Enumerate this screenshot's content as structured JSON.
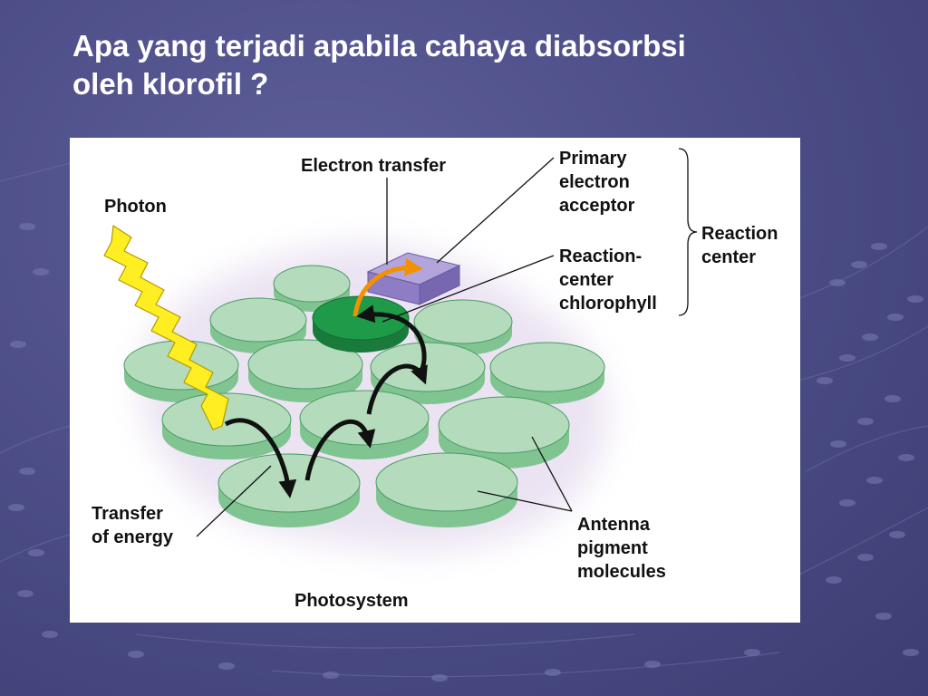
{
  "slide": {
    "title_line1": "Apa yang terjadi apabila cahaya diabsorbsi",
    "title_line2": "oleh klorofil ?"
  },
  "figure": {
    "labels": {
      "photon": "Photon",
      "electron_transfer": "Electron transfer",
      "primary_acceptor": [
        "Primary",
        "electron",
        "acceptor"
      ],
      "reaction_center_chlorophyll": [
        "Reaction-",
        "center",
        "chlorophyll"
      ],
      "reaction_center": [
        "Reaction",
        "center"
      ],
      "transfer_of_energy": [
        "Transfer",
        "of energy"
      ],
      "antenna_pigment": [
        "Antenna",
        "pigment",
        "molecules"
      ],
      "photosystem": "Photosystem"
    },
    "colors": {
      "antenna_disc": "#b4dcbc",
      "antenna_disc_side": "#80c492",
      "reaction_chlorophyll": "#1f9a48",
      "acceptor_box": "#9d8ccc",
      "photon": "#ffee22",
      "electron_arrow": "#f39200",
      "halo": "#ece4f2",
      "background": "#4e4f89"
    }
  }
}
